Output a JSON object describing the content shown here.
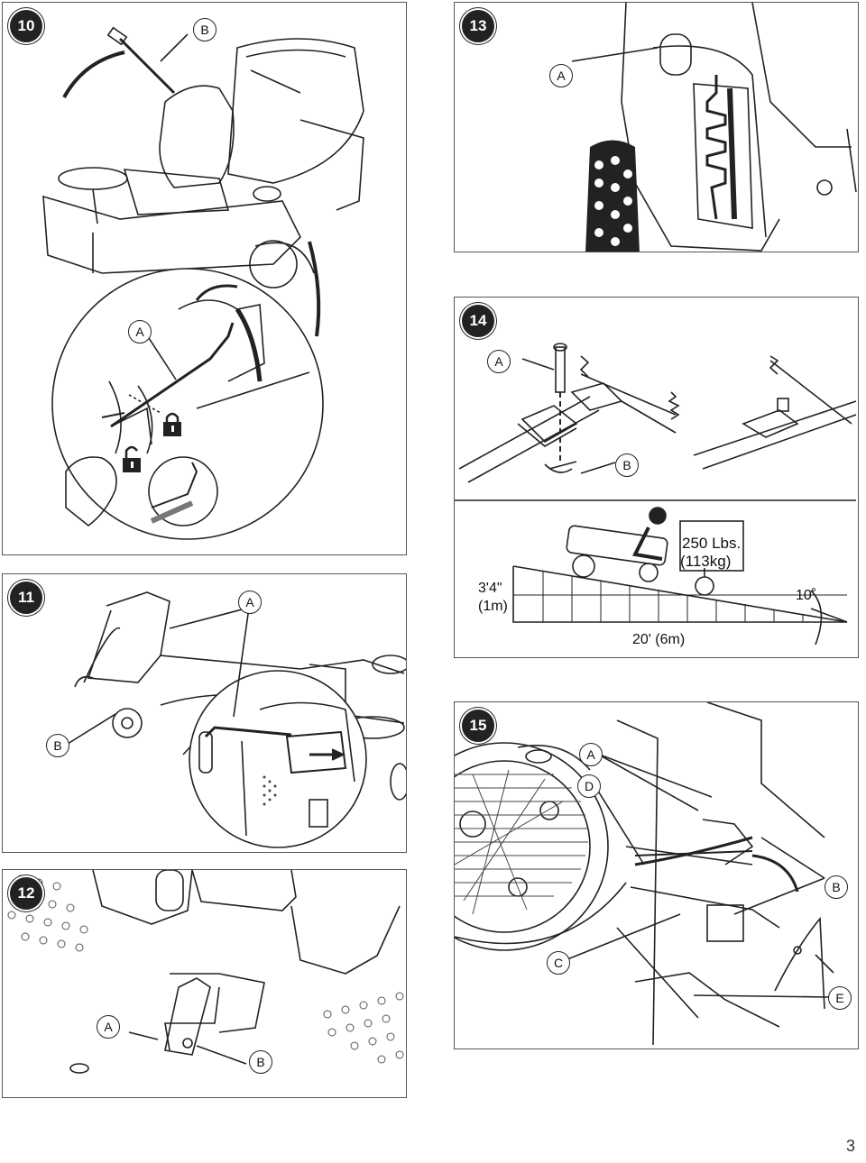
{
  "page": {
    "number": "3"
  },
  "figures": {
    "fig10": {
      "number": "10",
      "callouts": {
        "a": "A",
        "b": "B"
      }
    },
    "fig11": {
      "number": "11",
      "callouts": {
        "a": "A",
        "b": "B"
      }
    },
    "fig12": {
      "number": "12",
      "callouts": {
        "a": "A",
        "b": "B"
      }
    },
    "fig13": {
      "number": "13",
      "callouts": {
        "a": "A"
      }
    },
    "fig14": {
      "number": "14",
      "callouts": {
        "a": "A",
        "b": "B"
      },
      "slope": {
        "weight": "250 Lbs.",
        "weight_metric": "(113kg)",
        "height": "3'4\"",
        "height_metric": "(1m)",
        "length": "20' (6m)",
        "angle": "10˚"
      }
    },
    "fig15": {
      "number": "15",
      "callouts": {
        "a": "A",
        "b": "B",
        "c": "C",
        "d": "D",
        "e": "E"
      }
    }
  },
  "icons": [
    "lock-closed-icon",
    "lock-open-icon"
  ]
}
